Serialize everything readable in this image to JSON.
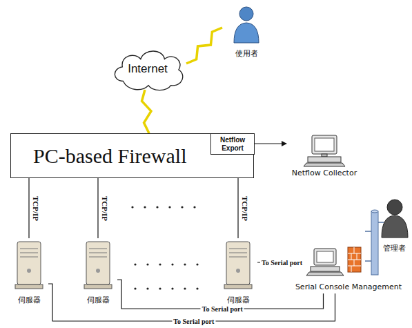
{
  "diagram": {
    "nodes": [
      {
        "text": [
          "使用者"
        ]
      },
      {
        "text": [
          "Internet"
        ]
      },
      {
        "text": [
          "PC-based Firewall"
        ]
      },
      {
        "text": [
          "Netflow Export"
        ],
        "in": 2
      },
      {
        "text": [
          "Netflow Collector"
        ]
      },
      {
        "text": [
          "伺服器"
        ]
      },
      {
        "text": [
          "伺服器"
        ]
      },
      {
        "text": [
          "伺服器"
        ]
      },
      {
        "text": [
          "Serial Console Management"
        ]
      },
      {
        "text": [
          "管理者"
        ]
      }
    ],
    "edges": [
      {
        "from": 0,
        "to": 1,
        "arrow": "none"
      },
      {
        "from": 1,
        "to": 2,
        "arrow": "none"
      },
      {
        "from": 3,
        "to": 4,
        "arrow": "to"
      },
      {
        "from": 2,
        "to": 5,
        "label": "TCP/IP",
        "arrow": "none"
      },
      {
        "from": 2,
        "to": 6,
        "label": "TCP/IP",
        "arrow": "none"
      },
      {
        "from": 2,
        "to": 7,
        "label": "TCP/IP",
        "arrow": "none"
      },
      {
        "from": 7,
        "to": 8,
        "label": "To Serial port",
        "arrow": "none"
      },
      {
        "from": 6,
        "to": 8,
        "label": "To Serial port",
        "arrow": "none"
      },
      {
        "from": 5,
        "to": 8,
        "label": "To Serial port",
        "arrow": "none"
      }
    ]
  }
}
